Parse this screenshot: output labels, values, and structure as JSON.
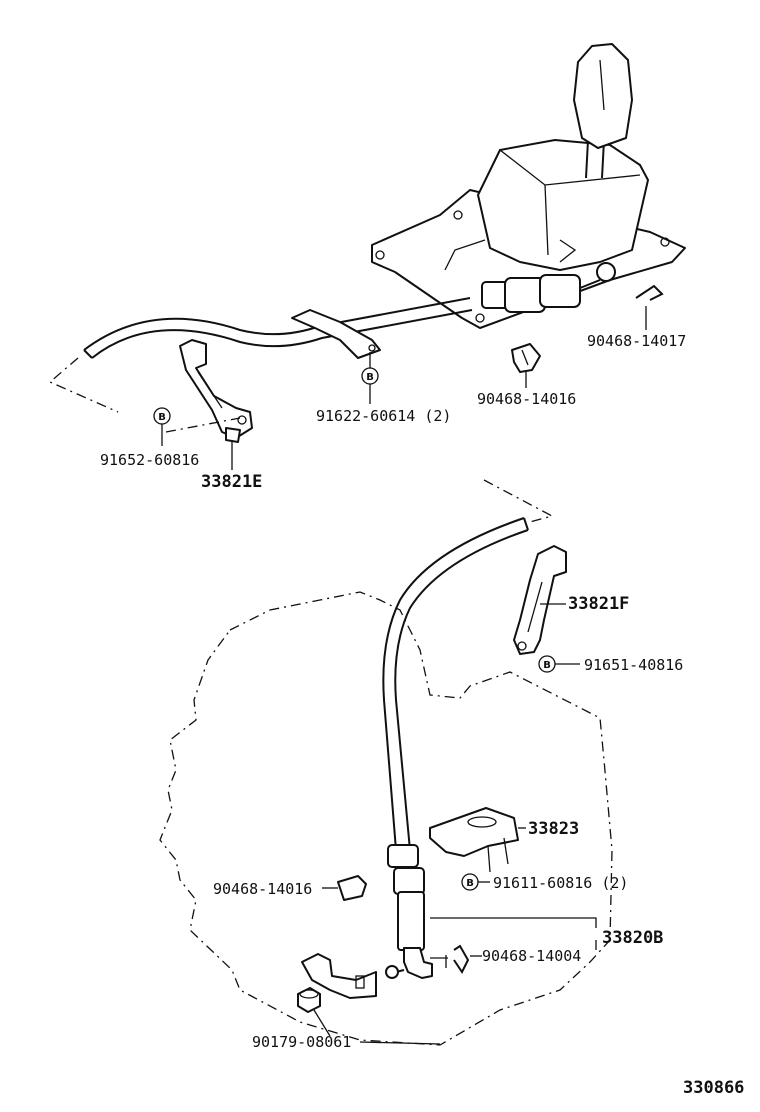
{
  "labels": {
    "p_90468_14017": "90468-14017",
    "p_90468_14016_top": "90468-14016",
    "p_91622_60614": "91622-60614 (2)",
    "p_91652_60816": "91652-60816",
    "p_33821E": "33821E",
    "p_33821F": "33821F",
    "p_91651_40816": "91651-40816",
    "p_33823": "33823",
    "p_90468_14016_bot": "90468-14016",
    "p_91611_60816": "91611-60816 (2)",
    "p_33820B": "33820B",
    "p_90468_14004": "90468-14004",
    "p_90179_08061": "90179-08061",
    "diagram_id": "330866"
  },
  "badge": "B"
}
